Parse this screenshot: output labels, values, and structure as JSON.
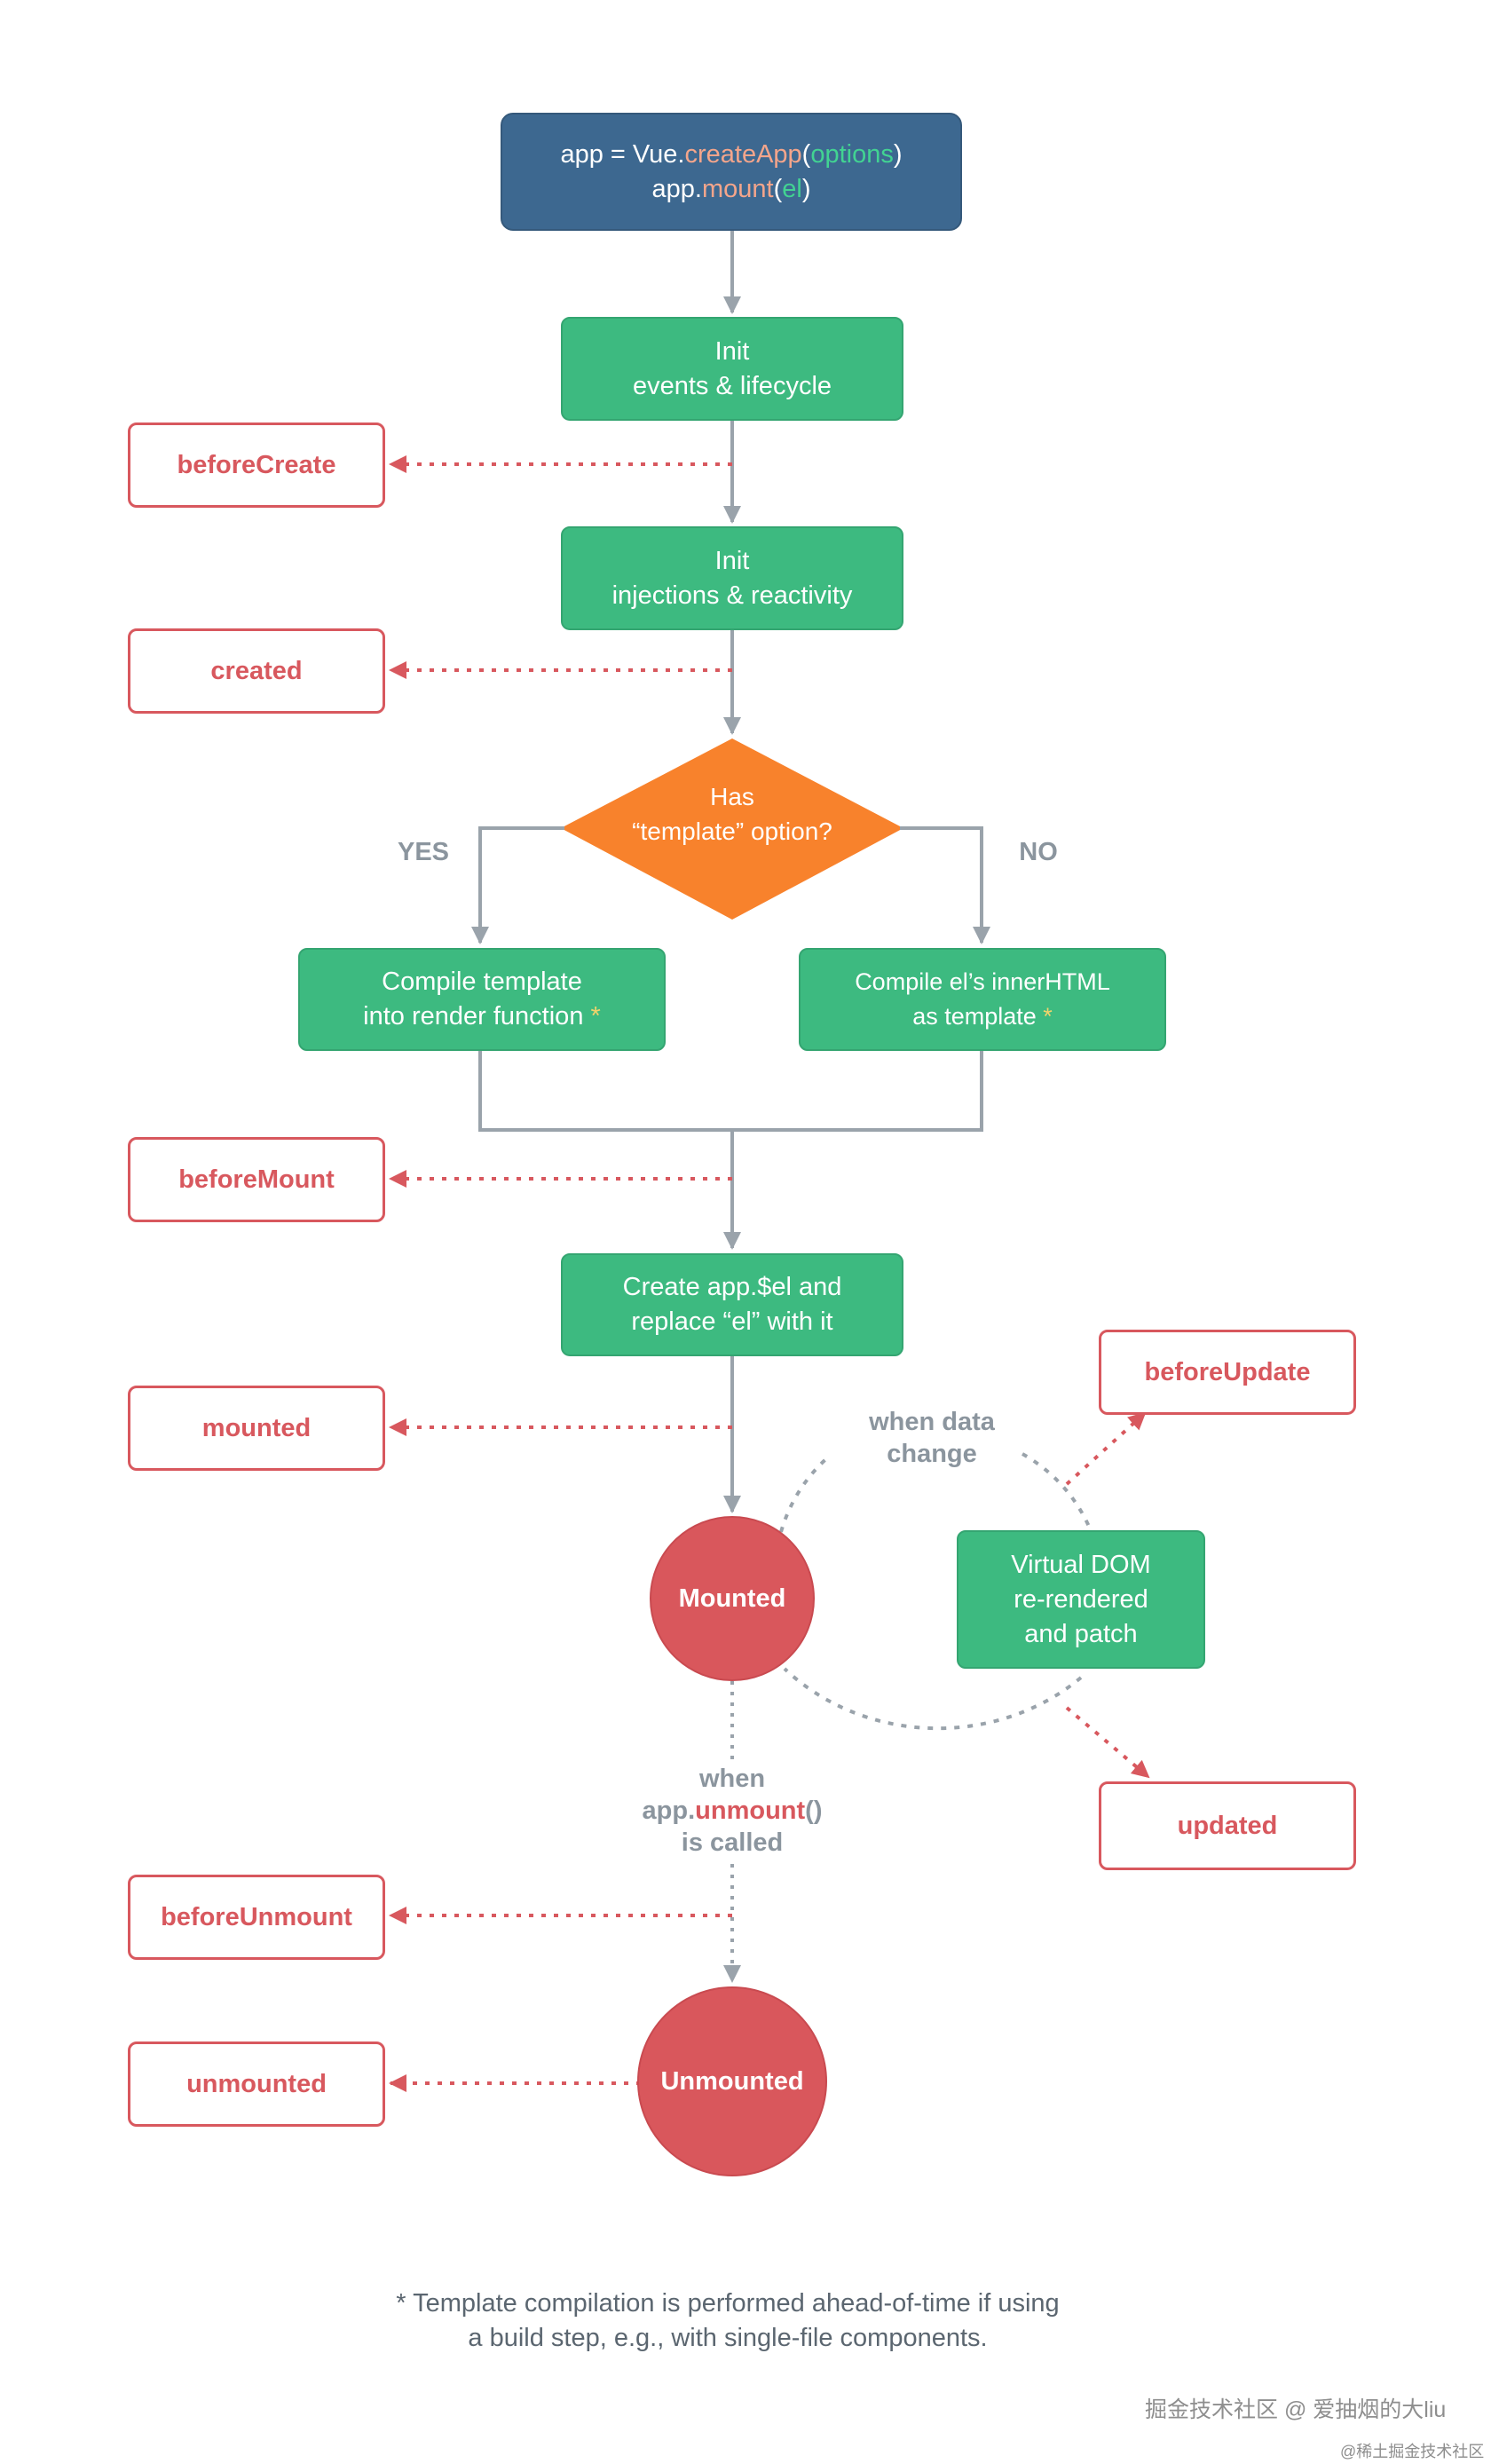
{
  "top_box": {
    "line1": {
      "a": "app = Vue.",
      "b": "createApp",
      "c": "(",
      "d": "options",
      "e": ")"
    },
    "line2": {
      "a": "app.",
      "b": "mount",
      "c": "(",
      "d": "el",
      "e": ")"
    }
  },
  "init_events": {
    "line1": "Init",
    "line2": "events & lifecycle"
  },
  "init_injections": {
    "line1": "Init",
    "line2": "injections & reactivity"
  },
  "decision": {
    "line1": "Has",
    "line2": "“template” option?",
    "yes": "YES",
    "no": "NO"
  },
  "compile_template": {
    "line1": "Compile template",
    "line2": "into render function",
    "asterisk": "*"
  },
  "compile_el": {
    "line1": "Compile el’s innerHTML",
    "line2": "as template",
    "asterisk": "*"
  },
  "create_el": {
    "line1": "Create app.$el and",
    "line2": "replace “el” with it"
  },
  "hooks": {
    "before_create": "beforeCreate",
    "created": "created",
    "before_mount": "beforeMount",
    "mounted": "mounted",
    "before_update": "beforeUpdate",
    "updated": "updated",
    "before_unmount": "beforeUnmount",
    "unmounted": "unmounted"
  },
  "states": {
    "mounted": "Mounted",
    "unmounted": "Unmounted"
  },
  "data_change": {
    "line1": "when data",
    "line2": "change"
  },
  "virtual_dom": {
    "line1": "Virtual DOM",
    "line2": "re-rendered",
    "line3": "and patch"
  },
  "unmount_call": {
    "line1": "when",
    "line2a": "app.",
    "line2b": "unmount",
    "line2c": "()",
    "line3": "is called"
  },
  "footnote": {
    "line1": "* Template compilation is performed ahead-of-time if using",
    "line2": "a build step, e.g., with single-file components."
  },
  "watermark": {
    "main": "掘金技术社区 @ 爱抽烟的大liu",
    "small": "@稀土掘金技术社区"
  },
  "colors": {
    "navy": "#3d6890",
    "green": "#3dba80",
    "orange": "#f8822c",
    "red": "#d8585e",
    "gray": "#9aa3ab",
    "text_gray": "#8b959e"
  }
}
